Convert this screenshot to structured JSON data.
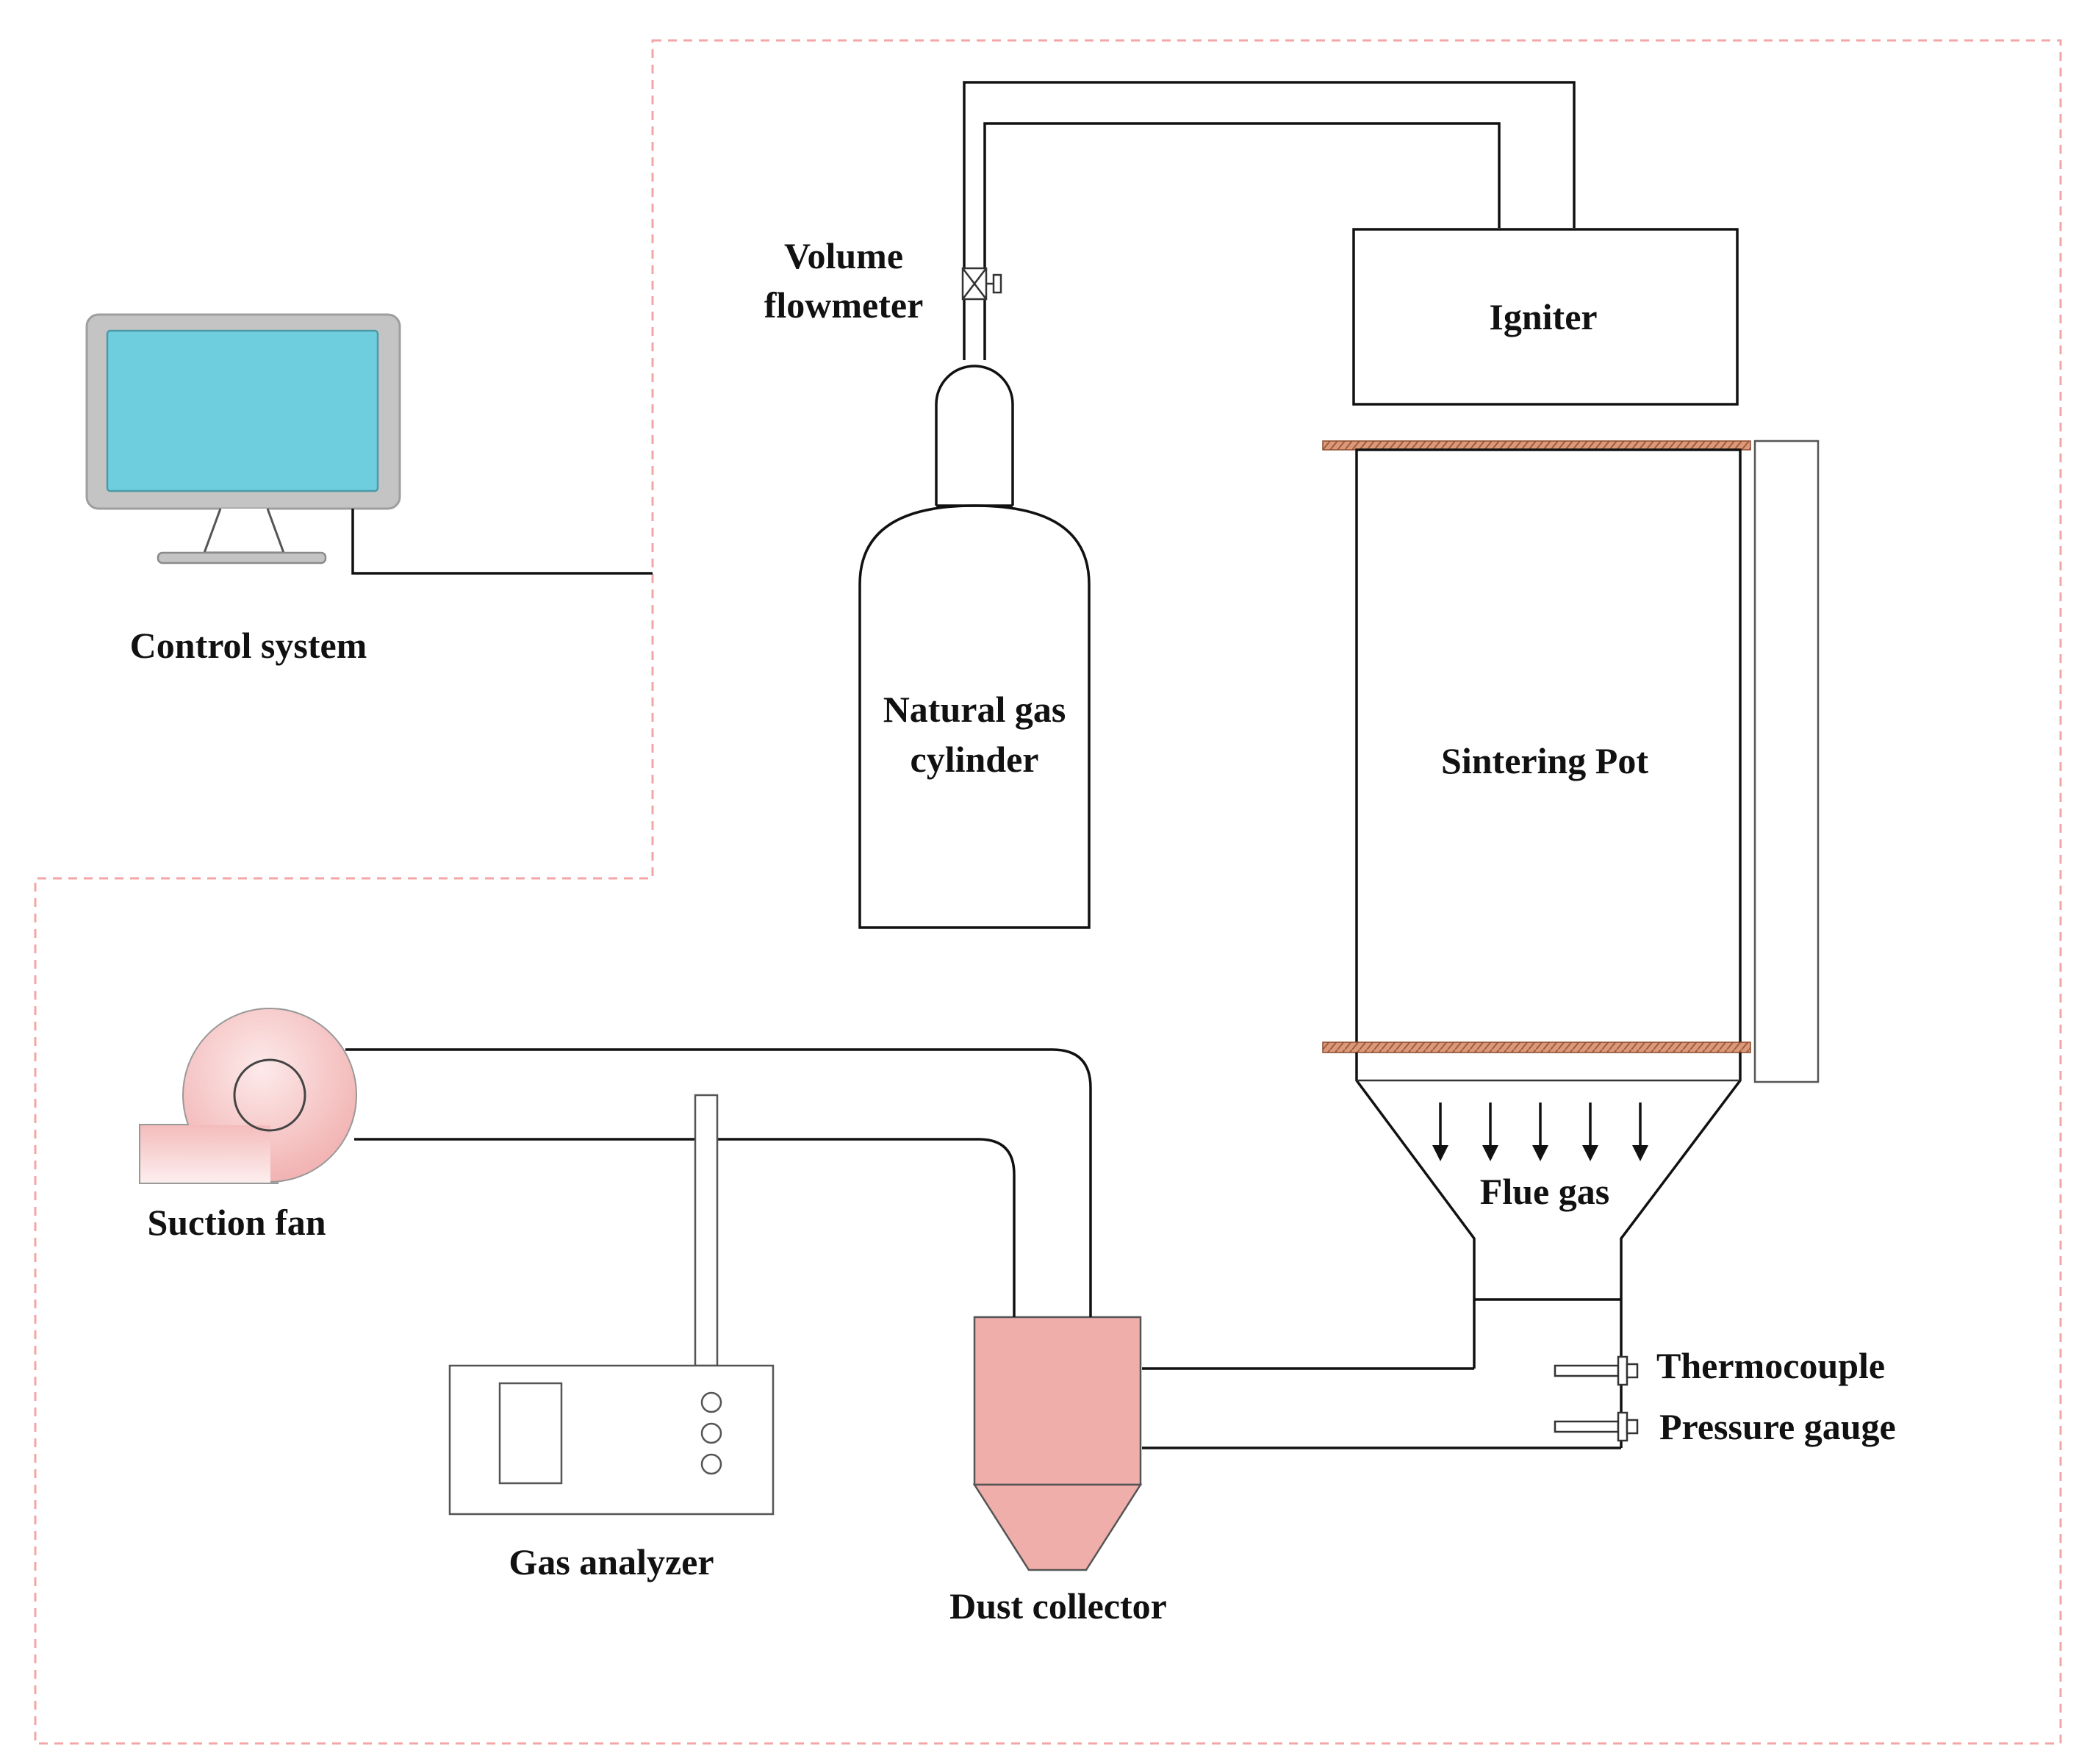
{
  "labels": {
    "control_system": "Control system",
    "volume": "Volume",
    "flowmeter": "flowmeter",
    "natural_gas": "Natural gas",
    "cylinder": "cylinder",
    "igniter": "Igniter",
    "sintering_pot": "Sintering Pot",
    "flue_gas": "Flue gas",
    "suction_fan": "Suction fan",
    "gas_analyzer": "Gas analyzer",
    "dust_collector": "Dust collector",
    "thermocouple": "Thermocouple",
    "pressure_gauge": "Pressure gauge"
  },
  "colors": {
    "monitor_screen": "#6fcedd",
    "monitor_frame": "#c4c4c4",
    "dust_collector": "#f0aeaa",
    "fan_light": "#fce4e4",
    "fan_dark": "#f0aaaa",
    "grate_bar": "#c87f5e",
    "boundary": "#f4a6a6"
  }
}
